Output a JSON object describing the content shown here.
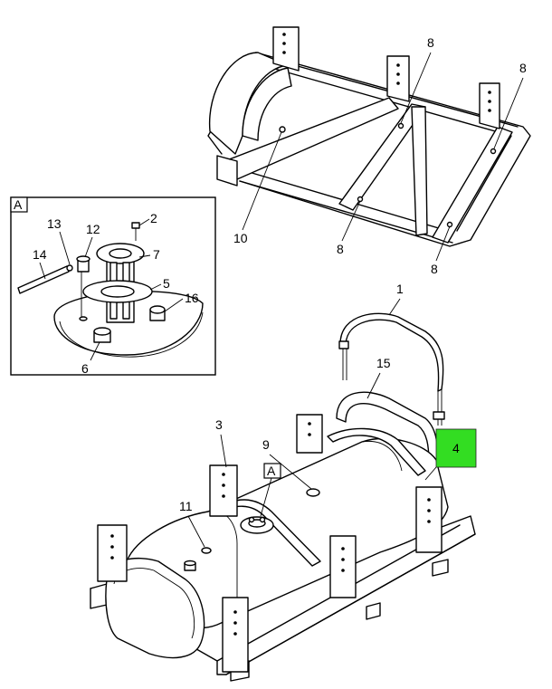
{
  "callouts": {
    "c1": "1",
    "c2": "2",
    "c3": "3",
    "c4": "4",
    "c5": "5",
    "c6": "6",
    "c7": "7",
    "c8a": "8",
    "c8b": "8",
    "c8c": "8",
    "c8d": "8",
    "c9": "9",
    "c10": "10",
    "c11": "11",
    "c12": "12",
    "c13": "13",
    "c14": "14",
    "c15": "15",
    "c16": "16"
  },
  "detail": {
    "label": "A"
  },
  "tank_marker": {
    "label": "A"
  },
  "highlight_color": "#33dd22"
}
